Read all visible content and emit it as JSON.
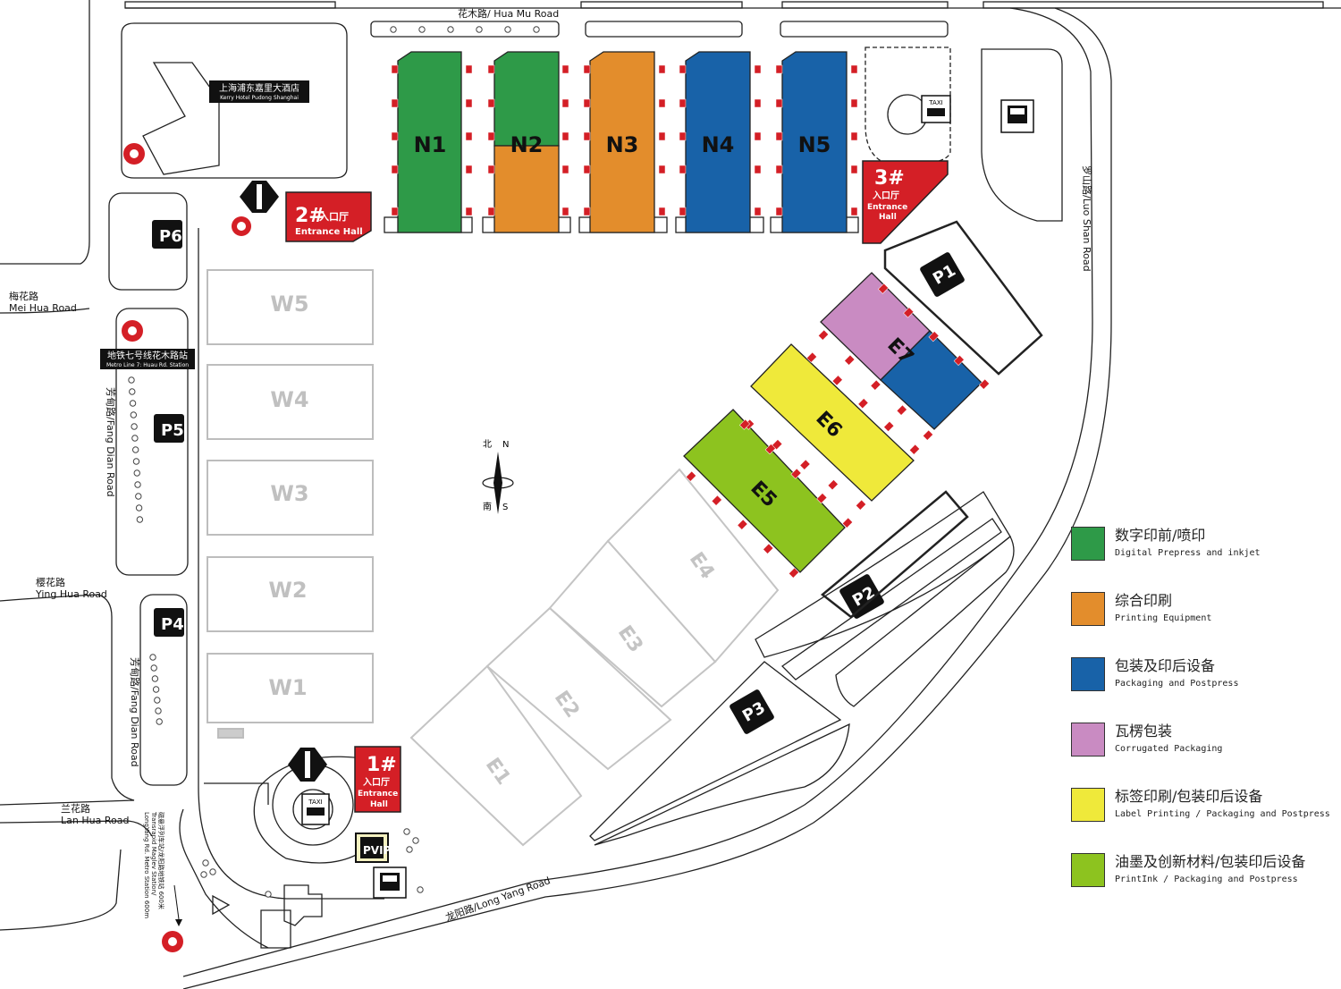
{
  "roads": {
    "hua_mu": "花木路/ Hua Mu Road",
    "luo_shan": "罗山路/Luo Shan Road",
    "mei_hua_cn": "梅花路",
    "mei_hua_en": "Mei Hua Road",
    "ying_hua_cn": "樱花路",
    "ying_hua_en": "Ying Hua Road",
    "lan_hua_cn": "兰花路",
    "lan_hua_en": "Lan Hua Road",
    "fang_dian_1": "芳甸路/Fang Dian Road",
    "fang_dian_2": "芳甸路/Fang Dian Road",
    "long_yang": "龙阳路/Long Yang Road"
  },
  "places": {
    "hotel_cn": "上海浦东嘉里大酒店",
    "hotel_en": "Kerry Hotel Pudong Shanghai",
    "metro_cn": "地铁七号线花木路站",
    "metro_en": "Metro Line 7: Huau Rd. Station",
    "maglev_1": "磁悬浮列车站/龙阳路地铁站  600米",
    "maglev_2": "Transrapid Maglev Station/",
    "maglev_3": "LongYang Rd. Metro Station  600m",
    "taxi": "TAXI"
  },
  "halls": {
    "north": [
      "N1",
      "N2",
      "N3",
      "N4",
      "N5"
    ],
    "west": [
      "W1",
      "W2",
      "W3",
      "W4",
      "W5"
    ],
    "east_grey": [
      "E1",
      "E2",
      "E3",
      "E4"
    ],
    "east_colored": [
      "E5",
      "E6",
      "E7"
    ]
  },
  "entrances": [
    {
      "num": "1#",
      "cn": "入口厅",
      "en1": "Entrance",
      "en2": "Hall"
    },
    {
      "num": "2#",
      "cn": "入口厅",
      "en1": "Entrance Hall",
      "en2": ""
    },
    {
      "num": "3#",
      "cn": "入口厅",
      "en1": "Entrance",
      "en2": "Hall"
    }
  ],
  "parking": {
    "p1": "P1",
    "p2": "P2",
    "p3": "P3",
    "p4": "P4",
    "p5": "P5",
    "p6": "P6",
    "vip": "PVIP"
  },
  "compass": {
    "north_cn": "北",
    "north_en": "N",
    "south_cn": "南",
    "south_en": "S"
  },
  "legend": [
    {
      "cn": "数字印前/喷印",
      "en": "Digital Prepress and inkjet",
      "color": "#2e9a48"
    },
    {
      "cn": "综合印刷",
      "en": "Printing Equipment",
      "color": "#e38d2c"
    },
    {
      "cn": "包装及印后设备",
      "en": "Packaging and Postpress",
      "color": "#1862a8"
    },
    {
      "cn": "瓦楞包装",
      "en": "Corrugated Packaging",
      "color": "#c98bc2"
    },
    {
      "cn": "标签印刷/包装印后设备",
      "en": "Label Printing / Packaging and Postpress",
      "color": "#efe93a"
    },
    {
      "cn": "油墨及创新材料/包装印后设备",
      "en": "PrintInk / Packaging and Postpress",
      "color": "#8dc31f"
    }
  ],
  "colors": {
    "entrance_red": "#d41f26",
    "grey_hall": "#bdbdbd",
    "road_line": "#222222"
  }
}
